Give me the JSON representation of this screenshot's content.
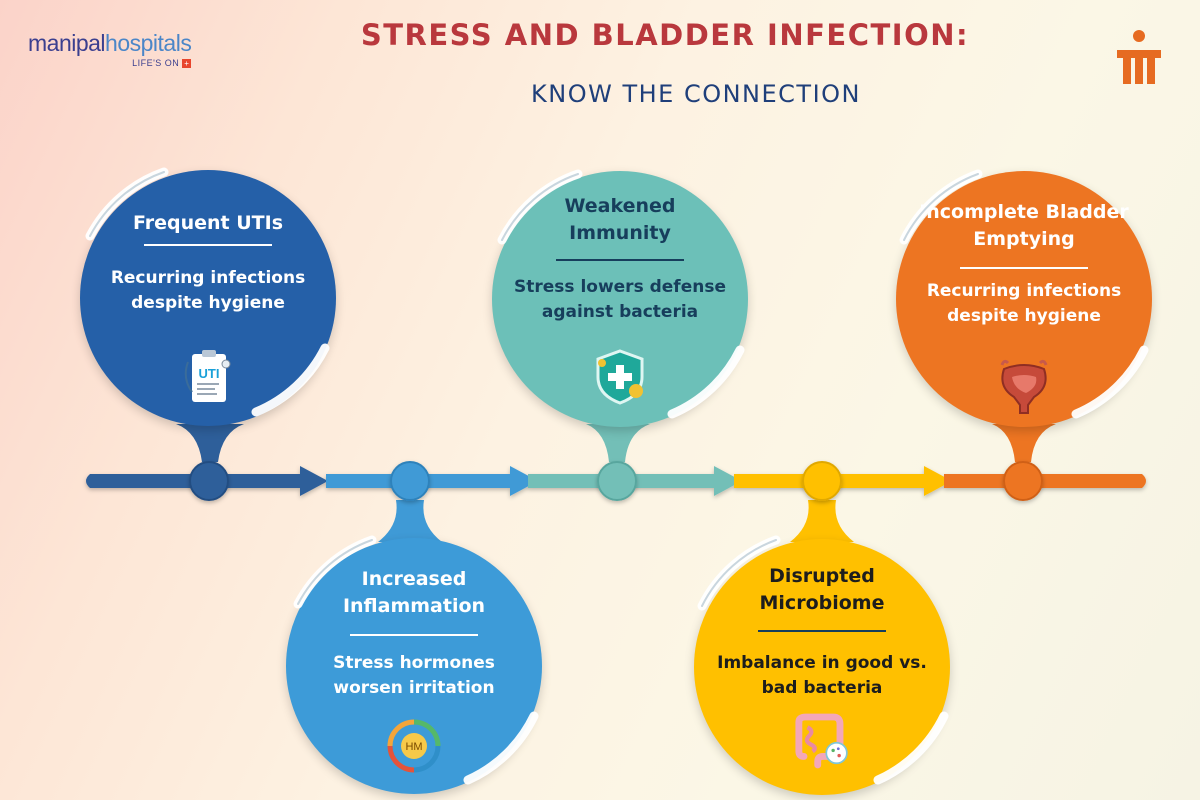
{
  "brand": {
    "logo_primary": "manipal",
    "logo_secondary": "hospitals",
    "tagline": "LIFE'S ON",
    "tagline_symbol": "+",
    "colors": {
      "navy": "#3b3f8f",
      "light_blue": "#4b86c8",
      "red": "#e8452c",
      "orange": "#e66b21"
    }
  },
  "header": {
    "title": "STRESS AND BLADDER INFECTION:",
    "subtitle": "KNOW THE CONNECTION"
  },
  "timeline": {
    "segment_colors": [
      "#2e5f9a",
      "#3f9ad6",
      "#73bfb7",
      "#ffc000",
      "#ed7522"
    ]
  },
  "cards": [
    {
      "title": "Frequent UTIs",
      "text": "Recurring infections despite hygiene",
      "icon": "uti-clipboard-icon",
      "icon_label": "UTI",
      "color": "#2560a8"
    },
    {
      "title": "Increased Inflammation",
      "text": "Stress hormones worsen irritation",
      "icon": "hormone-cycle-icon",
      "icon_label": "HM",
      "color": "#3d9bd8"
    },
    {
      "title": "Weakened Immunity",
      "text": "Stress lowers defense against bacteria",
      "icon": "immunity-shield-icon",
      "color": "#6cc0b8"
    },
    {
      "title": "Disrupted Microbiome",
      "text": "Imbalance in good vs. bad bacteria",
      "icon": "intestine-microbe-icon",
      "color": "#ffc000"
    },
    {
      "title": "Incomplete Bladder Emptying",
      "text": "Recurring infections despite hygiene",
      "icon": "bladder-icon",
      "color": "#ed7522"
    }
  ]
}
